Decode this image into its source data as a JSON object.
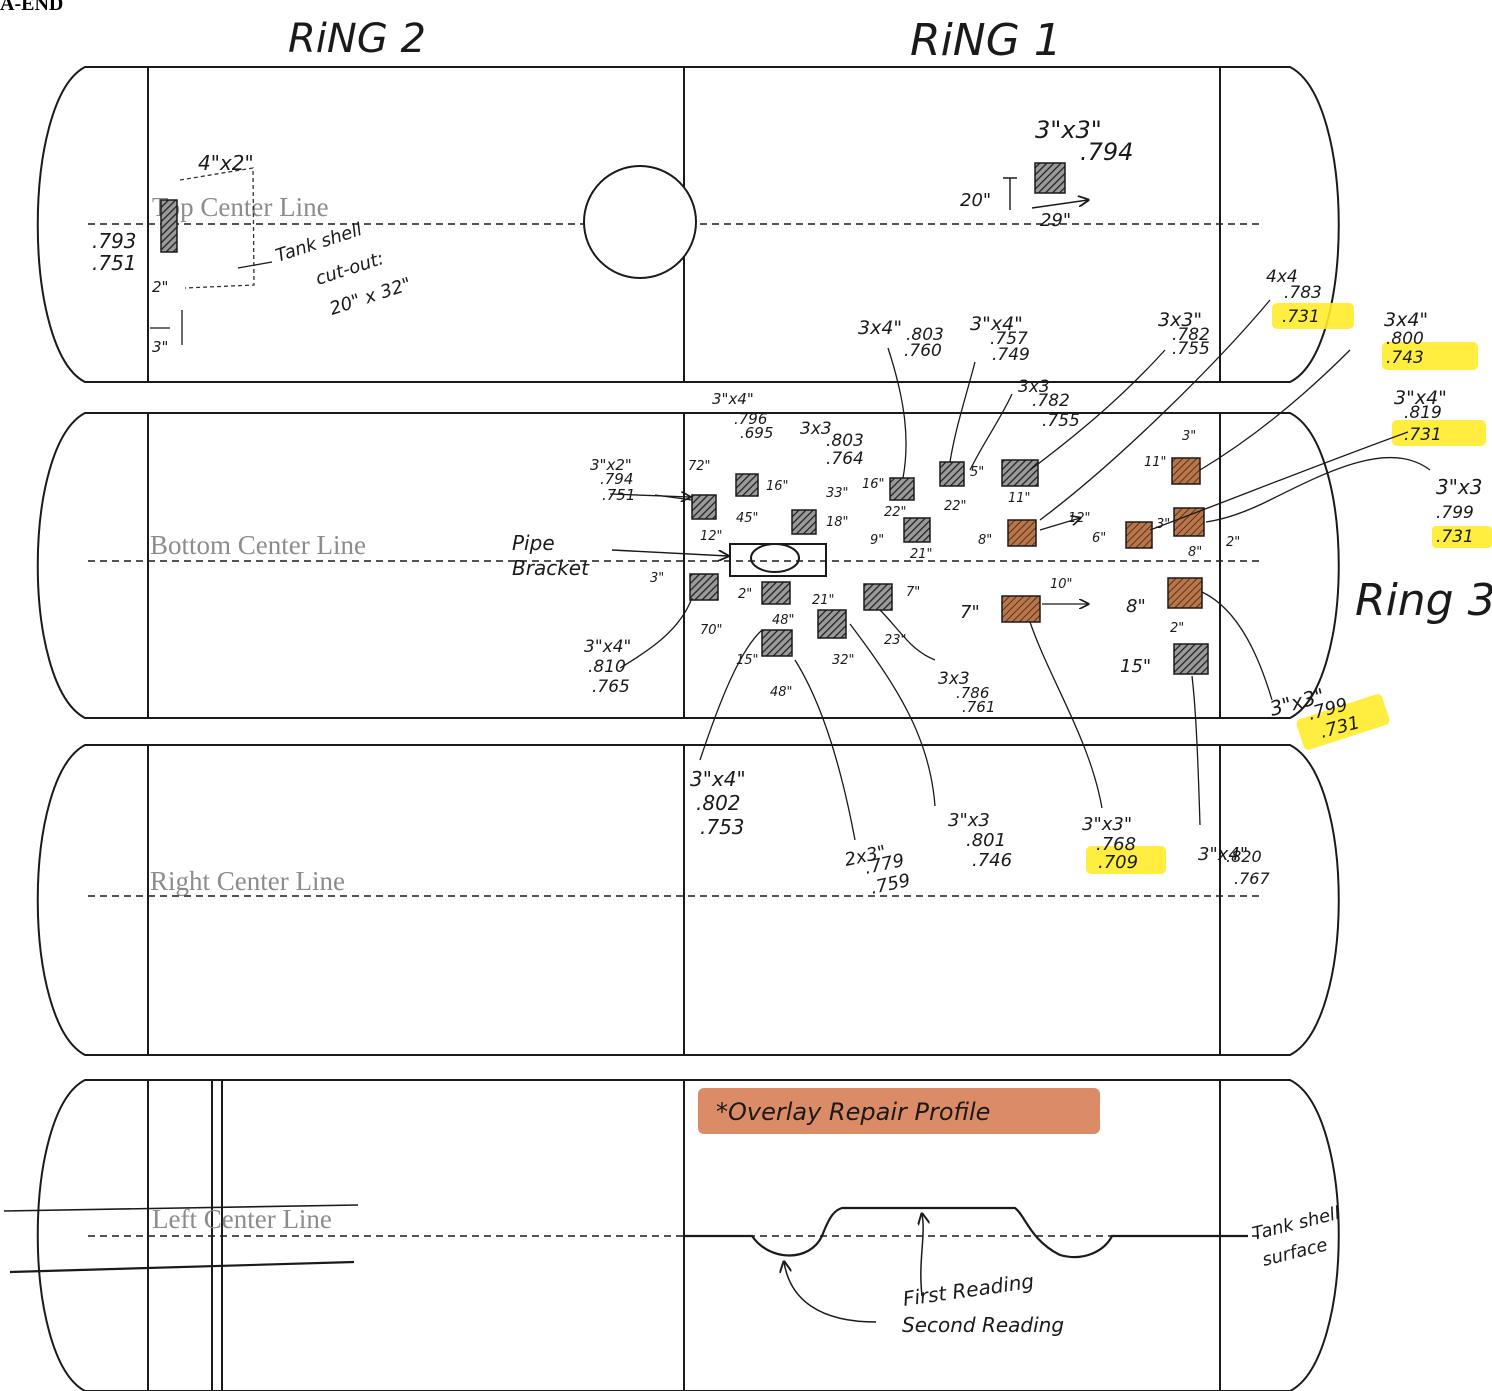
{
  "page": {
    "header_label": "A-END",
    "ring2_label": "RiNG 2",
    "ring1_label": "RiNG 1",
    "ring3_label": "Ring 3"
  },
  "center_lines": {
    "top": "Top Center Line",
    "bottom": "Bottom Center Line",
    "right": "Right Center Line",
    "left": "Left Center Line"
  },
  "highlight_colors": {
    "yellow": "#ffec2a",
    "repair_orange": "#c98a5e",
    "pit_dark": "#555555"
  },
  "top_panel": {
    "cutout_size": "4\"x2\"",
    "cutout_note_1": "Tank shell",
    "cutout_note_2": "cut-out:",
    "cutout_note_3": "20\" x 32\"",
    "left_reading_1": ".793",
    "left_reading_2": ".751",
    "dim_2": "2\"",
    "dim_3": "3\"",
    "ring1_pit_size": "3\"x3\"",
    "ring1_pit_reading": ".794",
    "ring1_dim_v": "20\"",
    "ring1_dim_h": "29\""
  },
  "callouts": {
    "c1_size": "3x4\"",
    "c1_r1": ".803",
    "c1_r2": ".760",
    "c2_size": "3\"x4\"",
    "c2_r1": ".757",
    "c2_r2": ".749",
    "c3_size": "3x3\"",
    "c3_r1": ".782",
    "c3_r2": ".755",
    "c4_size": "4x4",
    "c4_r1": ".783",
    "c4_r2": ".731",
    "c5_size": "3x4\"",
    "c5_r1": ".800",
    "c5_r2": ".743",
    "c6_size": "3\"x4\"",
    "c6_r1": ".819",
    "c6_r2": ".731",
    "c7_size": "3\"x3",
    "c7_r1": ".799",
    "c7_r2": ".731",
    "c8_size": "3x3",
    "c8_r1": ".782",
    "c8_r2": ".755",
    "c9_size": "3\"x4\"",
    "c9_r1": ".796",
    "c9_r2": ".695",
    "c10_size": "3x3",
    "c10_r1": ".803",
    "c10_r2": ".764",
    "c11_size": "3\"x2\"",
    "c11_r1": ".794",
    "c11_r2": ".751",
    "c12_size": "3\"x4\"",
    "c12_r1": ".810",
    "c12_r2": ".765",
    "c13_size": "3x3",
    "c13_r1": ".786",
    "c13_r2": ".761",
    "c14_size": "3\"x3\"",
    "c14_r1": ".799",
    "c14_r2": ".731",
    "c15_size": "3\"x4\"",
    "c15_r1": ".802",
    "c15_r2": ".753",
    "c16_size": "2x3\"",
    "c16_r1": ".779",
    "c16_r2": ".759",
    "c17_size": "3\"x3",
    "c17_r1": ".801",
    "c17_r2": ".746",
    "c18_size": "3\"x3\"",
    "c18_r1": ".768",
    "c18_r2": ".709",
    "c19_size": "3\"x4\"",
    "c19_r1": ".820",
    "c19_r2": ".767"
  },
  "pipe_bracket": {
    "line1": "Pipe",
    "line2": "Bracket"
  },
  "dims": {
    "d72": "72\"",
    "d16": "16\"",
    "d45": "45\"",
    "d33": "33\"",
    "d18": "18\"",
    "d12a": "12\"",
    "d3a": "3\"",
    "d70": "70\"",
    "d2": "2\"",
    "d48a": "48\"",
    "d21": "21\"",
    "d15a": "15\"",
    "d48b": "48\"",
    "d32": "32\"",
    "d7": "7\"",
    "d23a": "23\"",
    "d16b": "16\"",
    "d22": "22\"",
    "d9": "9\"",
    "d21b": "21\"",
    "d5": "5\"",
    "d8a": "8\"",
    "d11a": "11\"",
    "d22b": "22\"",
    "d8b": "8\"",
    "d12b": "12\"",
    "d11b": "11\"",
    "d3b": "3\"",
    "d6": "6\"",
    "d3c": "3\"",
    "d8c": "8\"",
    "d2b": "2\"",
    "d7b": "7\"",
    "d10": "10\"",
    "d8d": "8\"",
    "d2c": "2\"",
    "d15b": "15\""
  },
  "legend": {
    "title": "*Overlay Repair Profile",
    "first": "First Reading",
    "second": "Second Reading",
    "surface_1": "Tank shell",
    "surface_2": "surface"
  }
}
